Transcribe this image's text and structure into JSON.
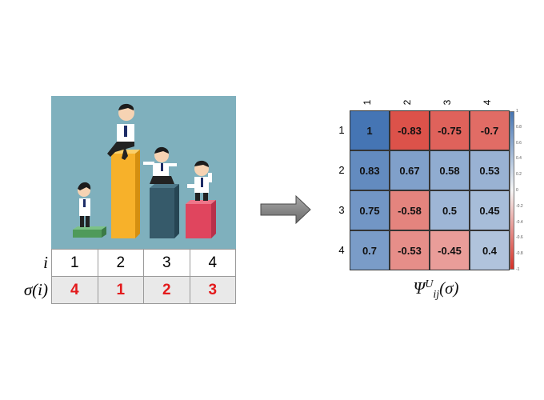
{
  "permutation": {
    "i_label": "i",
    "sigma_label": "σ(i)",
    "i_values": [
      "1",
      "2",
      "3",
      "4"
    ],
    "sigma_values": [
      "4",
      "1",
      "2",
      "3"
    ]
  },
  "colors": {
    "scene_bg": "#7fb0bd",
    "sigma_text": "#e31a1c",
    "podium_green": "#4f9a5a",
    "podium_yellow": "#f7b12a",
    "podium_slate": "#365a6a",
    "podium_red": "#e0455e",
    "positive": "#4575b4",
    "negative": "#d73027"
  },
  "chart_data": {
    "type": "heatmap",
    "row_labels": [
      "1",
      "2",
      "3",
      "4"
    ],
    "col_labels": [
      "1",
      "2",
      "3",
      "4"
    ],
    "values": [
      [
        1,
        -0.83,
        -0.75,
        -0.7
      ],
      [
        0.83,
        0.67,
        0.58,
        0.53
      ],
      [
        0.75,
        -0.58,
        0.5,
        0.45
      ],
      [
        0.7,
        -0.53,
        -0.45,
        0.4
      ]
    ],
    "cell_text": [
      [
        "1",
        "-0.83",
        "-0.75",
        "-0.7"
      ],
      [
        "0.83",
        "0.67",
        "0.58",
        "0.53"
      ],
      [
        "0.75",
        "-0.58",
        "0.5",
        "0.45"
      ],
      [
        "0.7",
        "-0.53",
        "-0.45",
        "0.4"
      ]
    ],
    "colorbar_range": [
      -1,
      1
    ],
    "colorbar_ticks": [
      "1",
      "0.8",
      "0.6",
      "0.4",
      "0.2",
      "0",
      "-0.2",
      "-0.4",
      "-0.6",
      "-0.8",
      "-1"
    ],
    "formula": {
      "base": "Ψ",
      "sup": "U",
      "sub": "ij",
      "arg": "(σ)"
    }
  }
}
